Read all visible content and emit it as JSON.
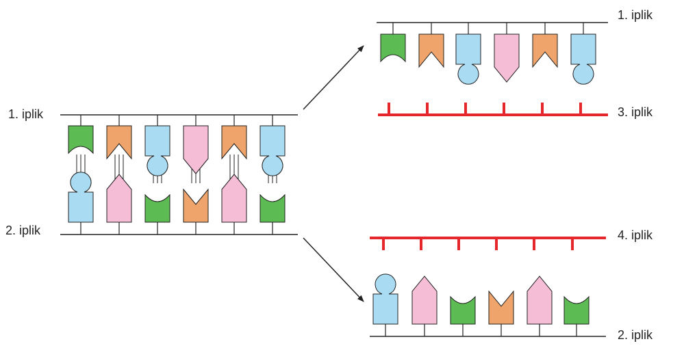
{
  "colors": {
    "green": "#5dbb54",
    "orange": "#eea46a",
    "blue": "#a9dcf2",
    "pink": "#f5bdd6",
    "new_strand": "#e5262a",
    "line": "#222222"
  },
  "labels": {
    "left_strand1": "1. iplik",
    "left_strand2": "2. iplik",
    "top_strand1": "1. iplik",
    "top_strand3": "3. iplik",
    "bottom_strand4": "4. iplik",
    "bottom_strand2": "2. iplik"
  },
  "strand1_sequence": [
    "green",
    "orange",
    "blue",
    "pink",
    "orange",
    "blue"
  ],
  "strand2_sequence": [
    "blue",
    "pink",
    "green",
    "orange",
    "pink",
    "green"
  ],
  "nucleotide_shapes": {
    "green": "concave",
    "orange": "v-notch",
    "blue": "round-knob",
    "pink": "pointed"
  }
}
